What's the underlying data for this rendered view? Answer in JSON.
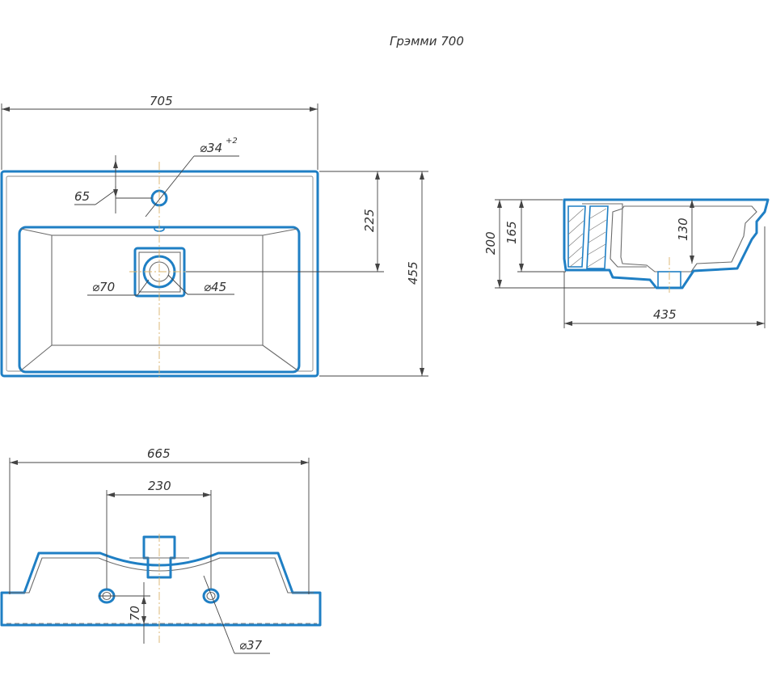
{
  "title": "Грэмми 700",
  "top_view": {
    "dim_width": "705",
    "dim_depth": "455",
    "dim_tap_offset_y": "225",
    "dim_tap_offset_x": "65",
    "tap_hole_diameter": "⌀34",
    "tap_hole_tolerance": "+2",
    "drain_outer_diameter": "⌀70",
    "drain_inner_diameter": "⌀45"
  },
  "side_view": {
    "dim_total_height": "200",
    "dim_height_inner": "165",
    "dim_bowl_depth": "130",
    "dim_length": "435"
  },
  "rear_view": {
    "dim_overall_width": "665",
    "dim_mount_spacing": "230",
    "dim_mount_height": "70",
    "mount_hole_diameter": "⌀37"
  },
  "colors": {
    "outline": "#1f7fc4",
    "ink": "#6b6b6b",
    "axis": "#d9b36a"
  }
}
